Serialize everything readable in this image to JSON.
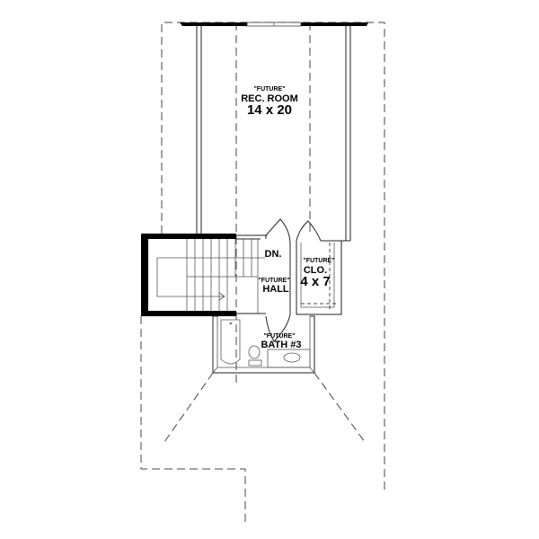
{
  "plan": {
    "rec_room": {
      "prefix": "\"FUTURE\"",
      "name": "REC. ROOM",
      "size": "14 x 20"
    },
    "stairs": {
      "direction": "DN."
    },
    "hall": {
      "prefix": "\"FUTURE\"",
      "name": "HALL"
    },
    "closet": {
      "prefix": "\"FUTURE\"",
      "name": "CLO.",
      "size": "4 x 7"
    },
    "bath": {
      "prefix": "\"FUTURE\"",
      "name": "BATH #3"
    }
  },
  "colors": {
    "line": "#222222",
    "wall_fill": "#000000",
    "background": "#ffffff"
  }
}
